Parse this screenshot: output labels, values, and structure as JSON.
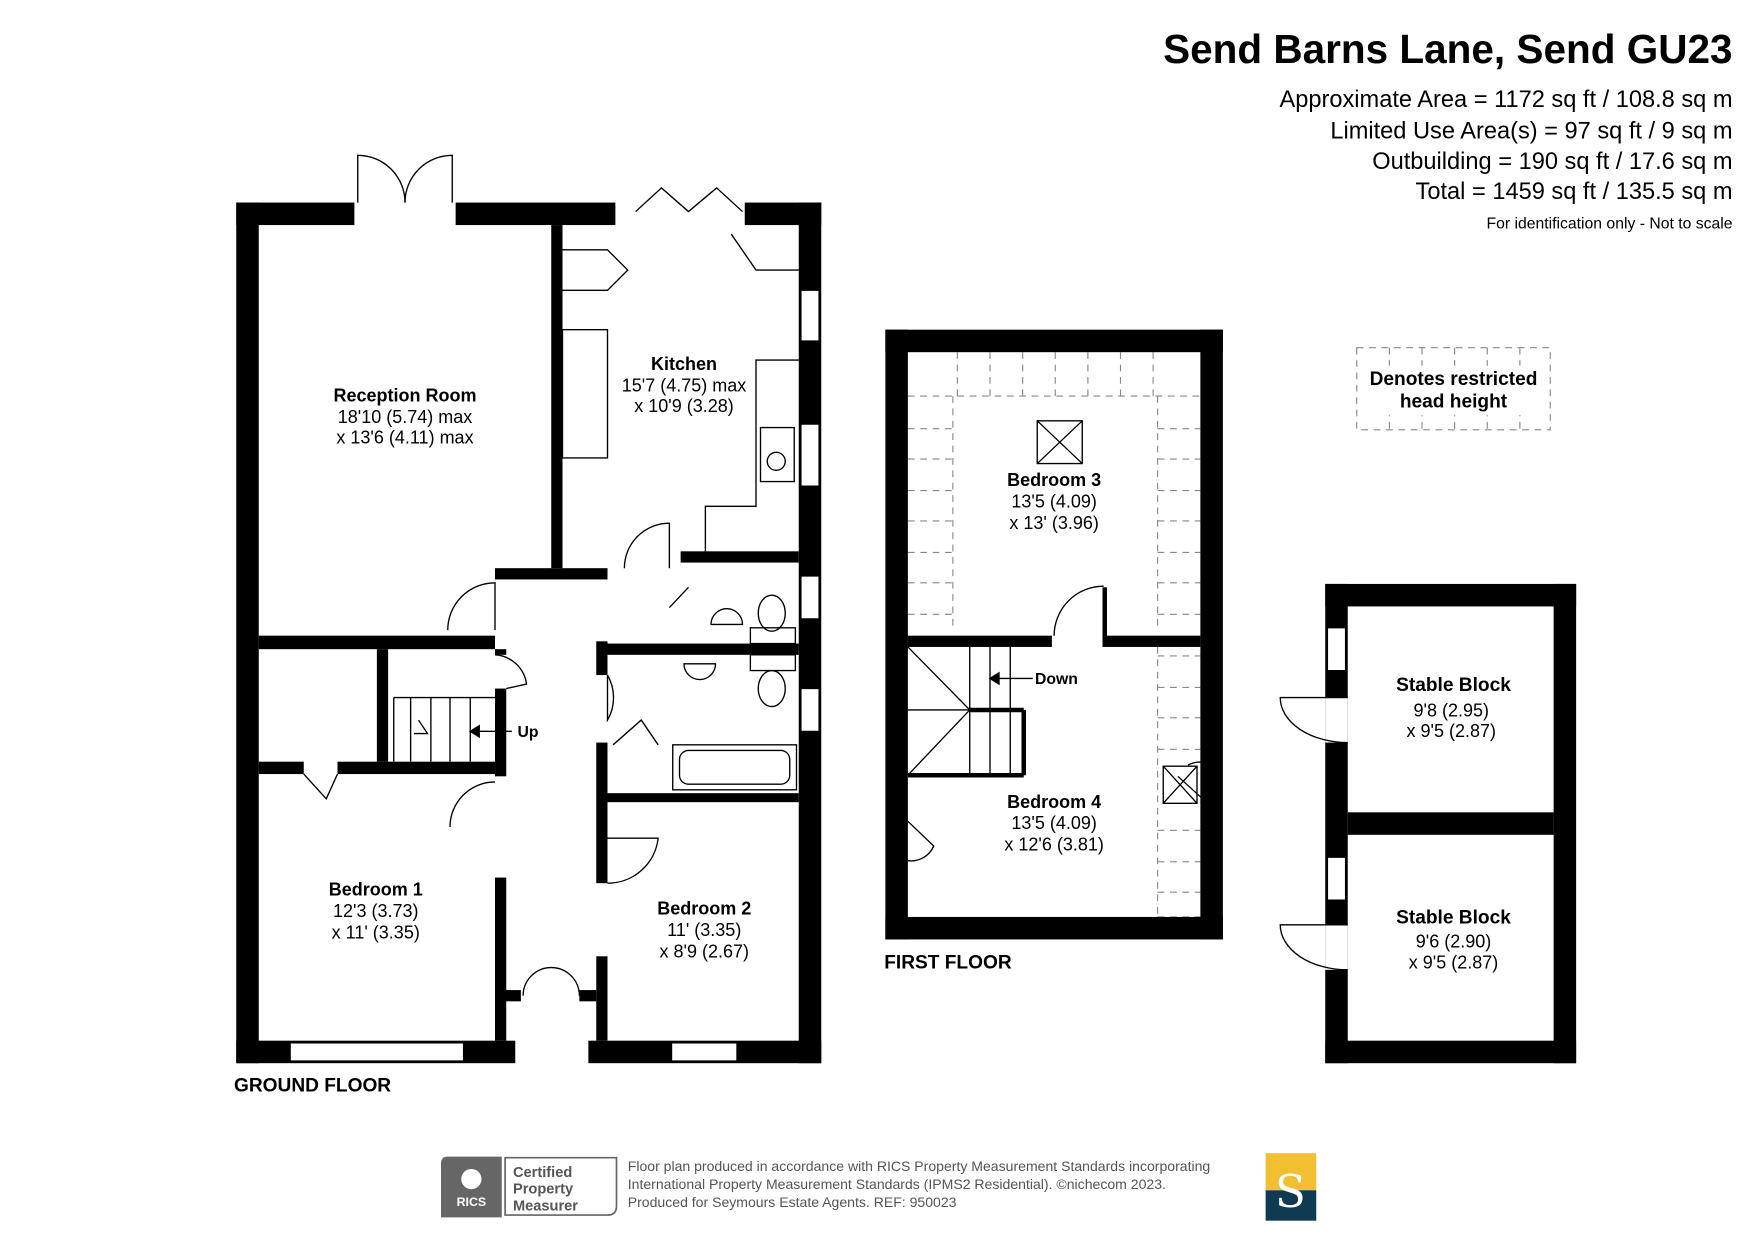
{
  "header": {
    "title": "Send Barns Lane, Send GU23",
    "areas": [
      "Approximate Area = 1172 sq ft / 108.8 sq m",
      "Limited Use Area(s) = 97 sq ft / 9 sq m",
      "Outbuilding = 190 sq ft / 17.6 sq m",
      "Total = 1459 sq ft / 135.5 sq m"
    ],
    "disclaimer": "For identification only - Not to scale"
  },
  "legend": {
    "restricted": [
      "Denotes restricted",
      "head height"
    ]
  },
  "ground_floor": {
    "label": "GROUND FLOOR",
    "rooms": [
      {
        "name": "Reception Room",
        "dim1": "18'10 (5.74) max",
        "dim2": "x 13'6 (4.11) max"
      },
      {
        "name": "Kitchen",
        "dim1": "15'7 (4.75) max",
        "dim2": "x 10'9 (3.28)"
      },
      {
        "name": "Bedroom 1",
        "dim1": "12'3 (3.73)",
        "dim2": "x 11' (3.35)"
      },
      {
        "name": "Bedroom 2",
        "dim1": "11' (3.35)",
        "dim2": "x 8'9 (2.67)"
      }
    ],
    "stairs_label": "Up"
  },
  "first_floor": {
    "label": "FIRST FLOOR",
    "rooms": [
      {
        "name": "Bedroom 3",
        "dim1": "13'5 (4.09)",
        "dim2": "x 13' (3.96)"
      },
      {
        "name": "Bedroom 4",
        "dim1": "13'5 (4.09)",
        "dim2": "x 12'6 (3.81)"
      }
    ],
    "stairs_label": "Down"
  },
  "outbuilding": {
    "rooms": [
      {
        "name": "Stable Block",
        "dim1": "9'8 (2.95)",
        "dim2": "x 9'5 (2.87)"
      },
      {
        "name": "Stable Block",
        "dim1": "9'6 (2.90)",
        "dim2": "x 9'5 (2.87)"
      }
    ]
  },
  "footer": {
    "badge": {
      "brand": "RICS",
      "lines": [
        "Certified",
        "Property",
        "Measurer"
      ]
    },
    "notes": [
      "Floor plan produced in accordance with RICS Property Measurement Standards incorporating",
      "International Property Measurement Standards (IPMS2 Residential).   ©nichecom 2023.",
      "Produced for Seymours Estate Agents.   REF:  950023"
    ],
    "agent_logo_letter": "S",
    "colors": {
      "logo_top": "#F0C030",
      "logo_bottom": "#0E3A52",
      "badge_grey": "#666666"
    }
  }
}
